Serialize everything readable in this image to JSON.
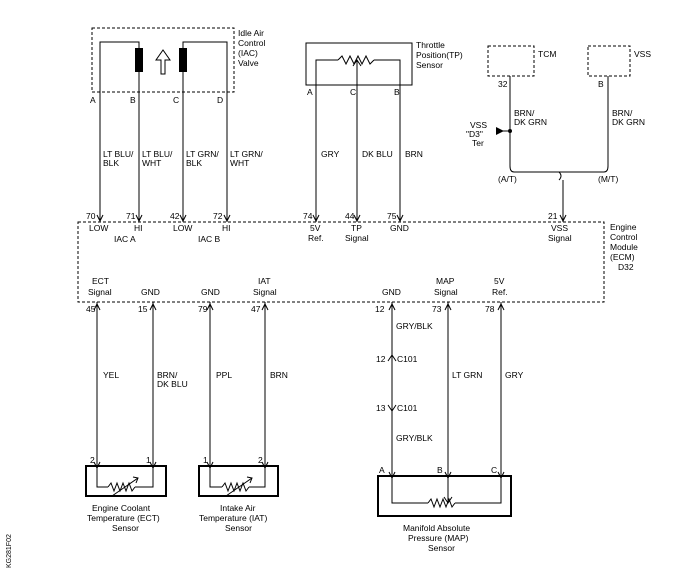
{
  "iac_valve": {
    "title": [
      "Idle Air",
      "Control",
      "(IAC)",
      "Valve"
    ],
    "pins": [
      "A",
      "B",
      "C",
      "D"
    ],
    "wires": [
      [
        "LT BLU/",
        "BLK"
      ],
      [
        "LT BLU/",
        "WHT"
      ],
      [
        "LT GRN/",
        "BLK"
      ],
      [
        "LT GRN/",
        "WHT"
      ]
    ]
  },
  "tp_sensor": {
    "title": [
      "Throttle",
      "Position(TP)",
      "Sensor"
    ],
    "pins": [
      "A",
      "C",
      "B"
    ],
    "wires": [
      "GRY",
      "DK BLU",
      "BRN"
    ]
  },
  "tcm": {
    "label": "TCM",
    "pin": "32"
  },
  "vss": {
    "label": "VSS",
    "pin": "B"
  },
  "vss_wires": {
    "left": [
      "BRN/",
      "DK GRN"
    ],
    "right": [
      "BRN/",
      "DK GRN"
    ]
  },
  "vss_d3": [
    "VSS",
    "\"D3\"",
    "Ter"
  ],
  "at_mt": {
    "at": "(A/T)",
    "mt": "(M/T)"
  },
  "ecm": {
    "title": [
      "Engine",
      "Control",
      "Module",
      "(ECM)",
      "D32"
    ],
    "top_pins": [
      "70",
      "71",
      "42",
      "72",
      "74",
      "44",
      "75",
      "21"
    ],
    "top_labels": [
      "LOW",
      "HI",
      "LOW",
      "HI",
      "5V",
      "TP",
      "GND",
      "VSS"
    ],
    "top_sub": [
      "Ref.",
      "Signal",
      "Signal"
    ],
    "iac_groups": [
      "IAC A",
      "IAC B"
    ],
    "bottom_labels": [
      [
        "ECT",
        "Signal"
      ],
      [
        "GND"
      ],
      [
        "GND"
      ],
      [
        "IAT",
        "Signal"
      ],
      [
        "GND"
      ],
      [
        "MAP",
        "Signal"
      ],
      [
        "5V",
        "Ref."
      ]
    ],
    "bottom_pins": [
      "45",
      "15",
      "79",
      "47",
      "12",
      "73",
      "78"
    ]
  },
  "lower_wires": {
    "ect": [
      "YEL",
      "BRN/",
      "DK BLU"
    ],
    "iat": [
      "PPL",
      "BRN"
    ],
    "map": [
      "GRY/BLK",
      "LT GRN",
      "GRY",
      "GRY/BLK"
    ]
  },
  "connectors": {
    "c1_pin": "12",
    "c1_name": "C101",
    "c2_pin": "13",
    "c2_name": "C101"
  },
  "ect_sensor": {
    "pins": [
      "2",
      "1"
    ],
    "title": [
      "Engine Coolant",
      "Temperature (ECT)",
      "Sensor"
    ]
  },
  "iat_sensor": {
    "pins": [
      "1",
      "2"
    ],
    "title": [
      "Intake Air",
      "Temperature (IAT)",
      "Sensor"
    ]
  },
  "map_sensor": {
    "pins": [
      "A",
      "B",
      "C"
    ],
    "title": [
      "Manifold Absolute",
      "Pressure (MAP)",
      "Sensor"
    ]
  },
  "side_code": "KG281F02"
}
